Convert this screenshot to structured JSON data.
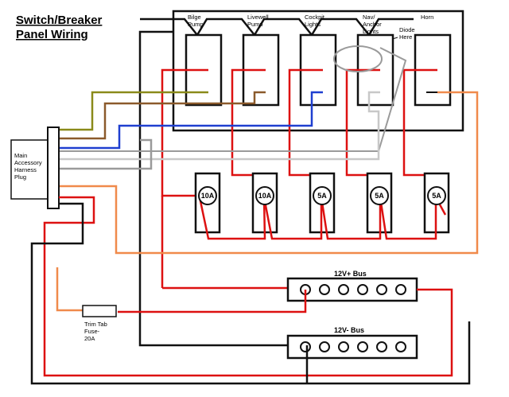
{
  "title": {
    "line1": "Switch/Breaker",
    "line2": "Panel Wiring"
  },
  "switches": [
    {
      "line1": "Bilge",
      "line2": "Pump",
      "line3": ""
    },
    {
      "line1": "Livewell",
      "line2": "Pump",
      "line3": ""
    },
    {
      "line1": "Cockpit",
      "line2": "Lights",
      "line3": ""
    },
    {
      "line1": "Nav/",
      "line2": "Anchor",
      "line3": "Lights"
    },
    {
      "line1": "Horn",
      "line2": "",
      "line3": ""
    }
  ],
  "diode_note": {
    "line1": "Diode",
    "line2": "Here"
  },
  "plug": {
    "line1": "Main",
    "line2": "Accessory",
    "line3": "Harness",
    "line4": "Plug"
  },
  "breakers": [
    "10A",
    "10A",
    "5A",
    "5A",
    "5A"
  ],
  "positive_bus": {
    "label": "12V+ Bus",
    "terminal_count": 6
  },
  "negative_bus": {
    "label": "12V- Bus",
    "terminal_count": 6
  },
  "trim_fuse": {
    "line1": "Trim Tab",
    "line2": "Fuse-",
    "line3": "20A"
  },
  "colors": {
    "red": "#dd1111",
    "black": "#111111",
    "olive": "#8a8a1a",
    "brown": "#8b5a2b",
    "blue": "#1f3fd0",
    "grey": "#9a9a9a",
    "white_wire": "#c8c8c8",
    "orange": "#f08a4b"
  }
}
